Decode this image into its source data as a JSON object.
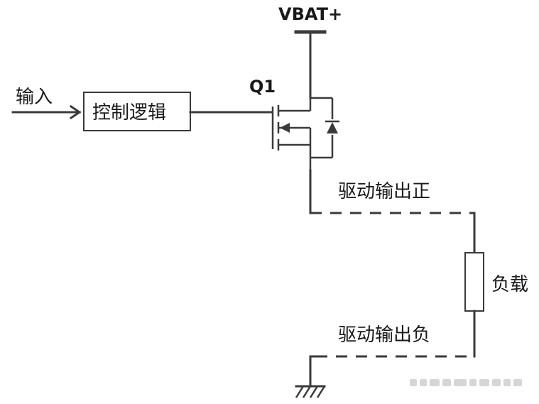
{
  "labels": {
    "vbat": "VBAT+",
    "input": "输入",
    "control_logic": "控制逻辑",
    "transistor": "Q1",
    "drive_out_pos": "驱动输出正",
    "drive_out_neg": "驱动输出负",
    "load": "负载"
  },
  "icons": {
    "ground": "ground-icon",
    "diode": "diode-icon",
    "mosfet": "mosfet-icon",
    "arrow": "arrow-icon"
  },
  "colors": {
    "line": "#3a3a3a",
    "text": "#1a1a1a",
    "background": "#ffffff"
  }
}
